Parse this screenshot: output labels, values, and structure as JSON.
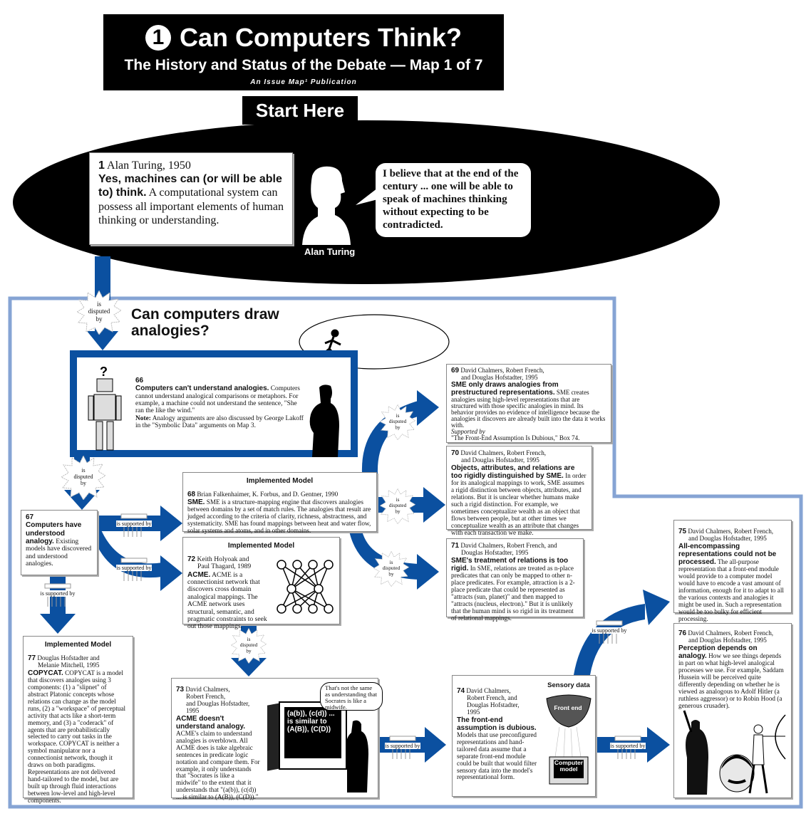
{
  "header": {
    "number": "1",
    "title": "Can Computers Think?",
    "subtitle": "The History and Status of the Debate — Map 1 of 7",
    "publisher": "An Issue Map¹ Publication"
  },
  "start_label": "Start Here",
  "turing": {
    "number": "1",
    "author": "Alan Turing, 1950",
    "claim": "Yes, machines can (or will be able to) think.",
    "body": " A computational system can possess all important elements of human thinking or understanding.",
    "quote": "I believe that at the end of the century ... one will be able to speak of machines thinking without expecting to be contradicted.",
    "caption": "Alan Turing"
  },
  "region_title": "Can computers draw analogies?",
  "colors": {
    "arrow": "#0b50a0",
    "region_border": "#86a4d4",
    "box66_border": "#0b50a0"
  },
  "connectors": {
    "disputed": [
      "is",
      "disputed",
      "by"
    ],
    "supported": "is supported by"
  },
  "boxes": {
    "b66": {
      "number": "66",
      "claim": "Computers can't understand analogies.",
      "body": " Computers cannot understand analogical comparisons or metaphors.  For example, a machine could not understand the sentence, \"She ran the like the wind.\"",
      "note_label": "Note:",
      "note": " Analogy arguments are also discussed by George Lakoff in the \"Symbolic Data\" arguments on Map 3.",
      "robot_mark": "?"
    },
    "b67": {
      "number": "67",
      "claim": "Computers have understood analogy.",
      "body": " Existing models have discovered and understood analogies."
    },
    "b68": {
      "header": "Implemented Model",
      "number": "68",
      "author": " Brian Falkenhaimer, K. Forbus, and D. Gentner, 1990",
      "claim": "SME.",
      "body": "  SME is a  structure-mapping engine that discovers analogies between domains by a set of match rules.  The analogies that result are judged according to the criteria of clarity, richness, abstractness, and systematicity.  SME has found mappings between heat and water flow, solar systems and atoms, and in other domains."
    },
    "b69": {
      "number": "69",
      "author1": " David Chalmers, Robert French,",
      "author2": "and Douglas Hofstadter, 1995",
      "claim": "SME only draws analogies from prestructured representations.",
      "body": "  SME creates analogies using high-level representations that are structured with those specific analogies in mind.  Its behavior provides no evidence of intelligence because the analogies it discovers are already built into the data it works with.",
      "supported_label": "Supported by",
      "supported_ref": "\"The Front-End Assumption Is Dubious,\" Box 74."
    },
    "b70": {
      "number": "70",
      "author1": " David Chalmers, Robert French,",
      "author2": "and Douglas Hofstadter, 1995",
      "claim": "Objects, attributes, and relations are too rigidly distinguished by SME.",
      "body": "  In order for its analogical mappings to work, SME assumes a rigid distinction between objects, attributes, and relations.   But it is unclear whether humans make such a rigid distinction.  For example, we sometimes conceptualize wealth as an object that flows between people, but at other times we conceptualize wealth as an attribute that changes with each transaction we make."
    },
    "b71": {
      "number": "71",
      "author1": " David Chalmers, Robert French, and",
      "author2": "Douglas Hofstadter, 1995",
      "claim": "SME's treatment of relations is too rigid.",
      "body": "  In SME, relations are treated as n-place predicates that can only be mapped to other n-place predicates.  For example, attraction is a 2-place predicate that could be represented as \"attracts (sun, planet)\" and then mapped to \"attracts (nucleus, electron).\"  But it is unlikely that the human mind is so rigid in its treatment of relational mappings."
    },
    "b72": {
      "header": "Implemented Model",
      "number": "72",
      "author1": " Keith Holyoak and",
      "author2": "Paul Thagard, 1989",
      "claim": "ACME.",
      "body": "  ACME is a connectionist network that discovers cross domain analogical mappings.  The ACME network uses structural, semantic, and pragmatic constraints to seek out those mappings."
    },
    "b73": {
      "number": "73",
      "author1": " David Chalmers,",
      "author2": "Robert French,",
      "author3": "and Douglas Hofstadter,",
      "author4": "1995",
      "claim": "ACME doesn't understand analogy.",
      "body": "  ACME's claim to understand analogies is overblown.  All ACME does is take algebraic sentences in predicate logic notation and compare them.  For example, it only understands that \"Socrates is like a midwife\" to the extent that it understands that \"(a(b)), (c(d)) ... is similar to (A(B)), (C(D)).\"",
      "screen_text": "(a(b)), (c(d)) ... is similar to (A(B)), (C(D))",
      "bubble": "That's not the same as understanding that Socrates is like a midwife."
    },
    "b74": {
      "number": "74",
      "author1": " David Chalmers,",
      "author2": "Robert French, and",
      "author3": "Douglas Hofstadter,",
      "author4": "1995",
      "claim": "The front-end assumption is dubious.",
      "body": " Models that use preconfigured representations and hand-tailored data assume that a separate front-end module could be built that would filter sensory data into the model's representational form.",
      "img_top": "Sensory data",
      "img_strainer": "Front end",
      "img_computer": "Computer model"
    },
    "b75": {
      "number": "75",
      "author1": " David Chalmers, Robert French,",
      "author2": "and Douglas Hofstadter, 1995",
      "claim": "All-encompassing representations could not be processed.",
      "body": "  The all-purpose representation that a front-end module would provide to a computer model would have to encode a vast amount of information, enough for it to adapt to all the various contexts and analogies it might be used in.  Such a representation would be too bulky for efficient processing."
    },
    "b76": {
      "number": "76",
      "author1": " David Chalmers, Robert French,",
      "author2": "and Douglas Hofstadter, 1995",
      "claim": "Perception depends on analogy.",
      "body": " How we see things depends in part on what high-level analogical processes we use.  For example, Saddam Hussein will be perceived quite differently depending on whether he is viewed as analogous to Adolf Hitler (a ruthless aggressor) or to Robin Hood (a generous crusader)."
    },
    "b77": {
      "header": "Implemented Model",
      "number": "77",
      "author1": " Douglas Hofstadter and",
      "author2": "Melanie Mitchell, 1995",
      "claim": "COPYCAT.",
      "body": "  COPYCAT is a model that discovers analogies using 3 components: (1) a \"slipnet\" of abstract Platonic concepts whose relations can change as the model runs, (2) a \"workspace\" of perceptual activity that acts like a short-term memory, and (3) a \"coderack\" of agents that are probabilistically selected to carry out tasks in the workspace.  COPYCAT is neither a symbol manipulator nor a connectionist network, though it draws on both paradigms.  Representations are not delivered hand-tailored to the model, but are built up through fluid interactions between low-level and high-level components."
    }
  }
}
